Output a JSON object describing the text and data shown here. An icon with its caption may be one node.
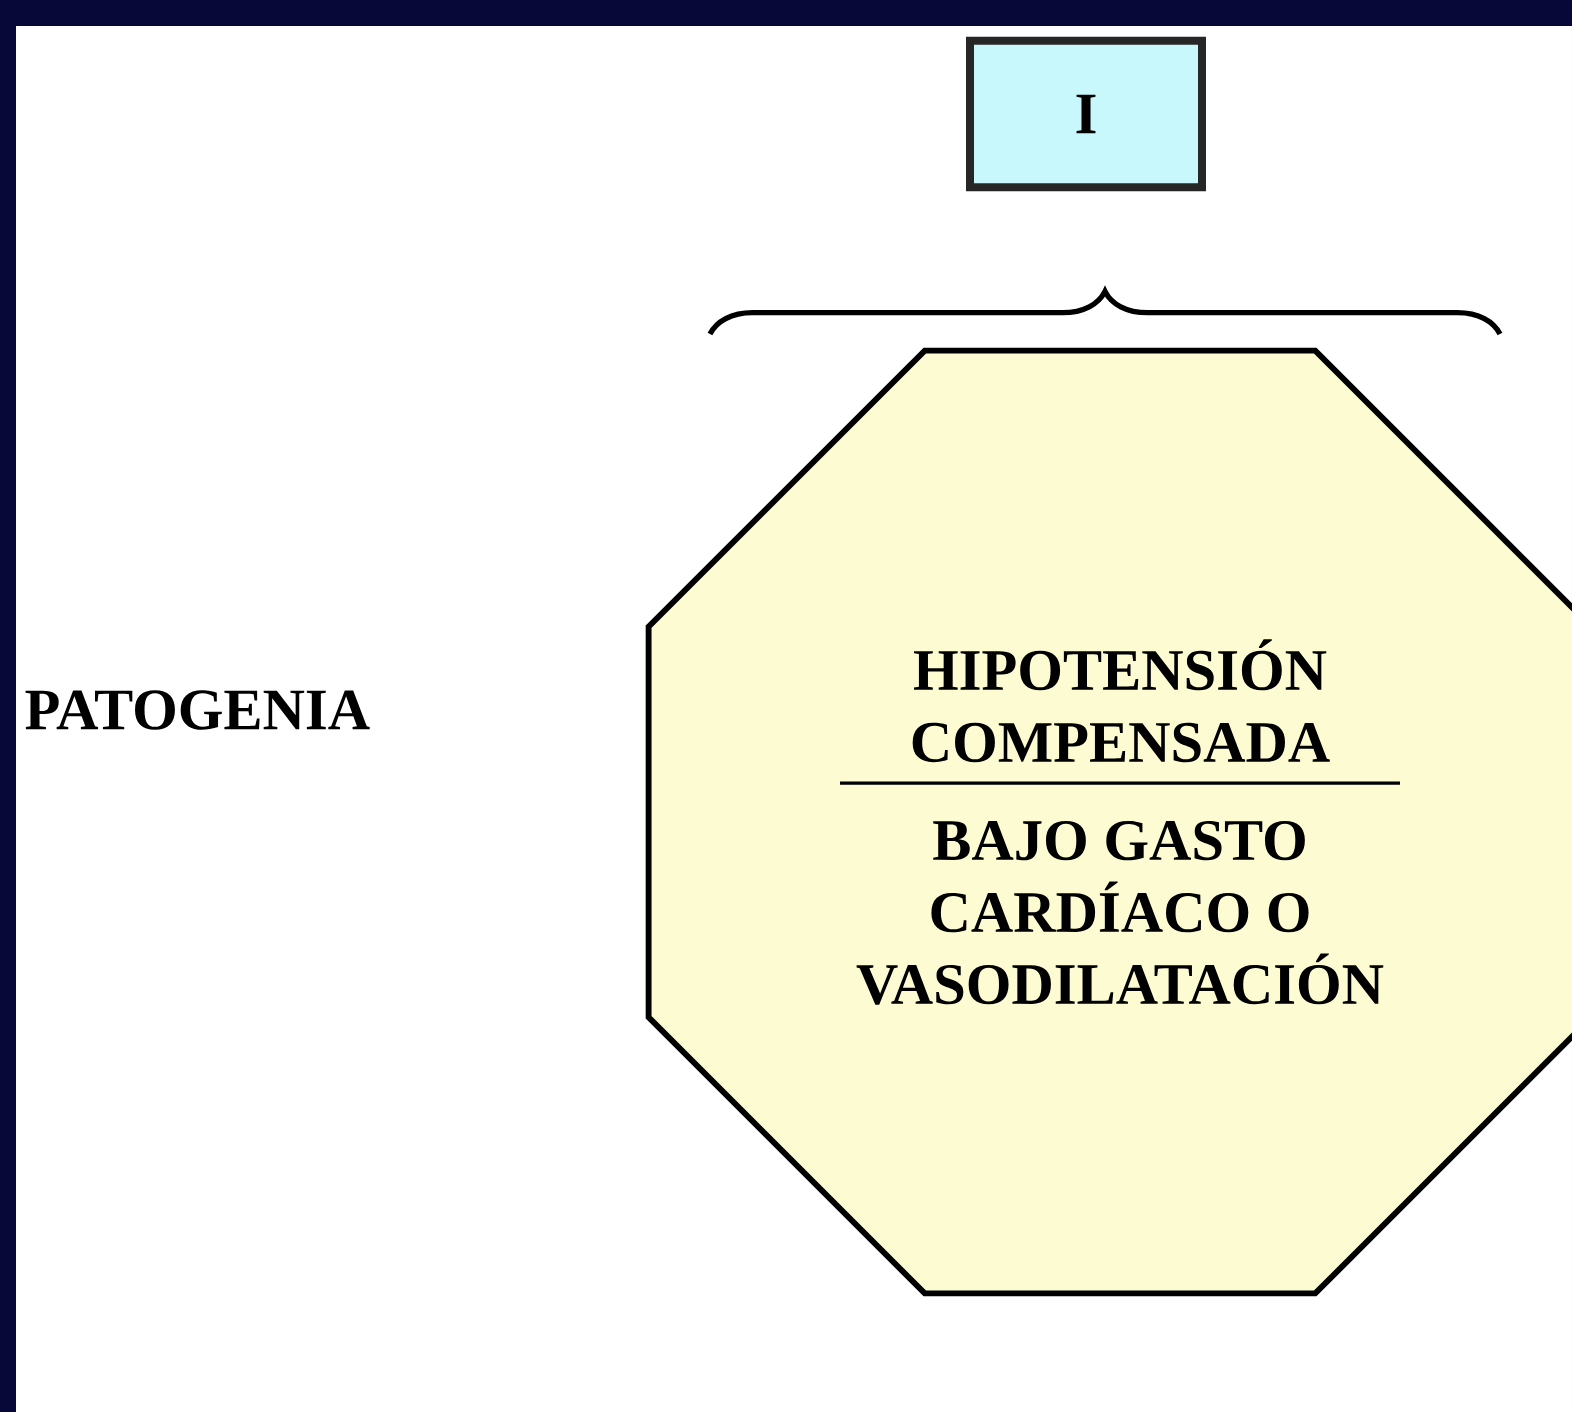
{
  "diagram": {
    "nodes": [
      {
        "text": [
          "I"
        ]
      },
      {
        "text": [
          "HIPOTENSIÓN COMPENSADA",
          "BAJO GASTO CARDÍACO O VASODILATACIÓN"
        ]
      }
    ],
    "labels": [
      "PATOGENIA"
    ]
  }
}
